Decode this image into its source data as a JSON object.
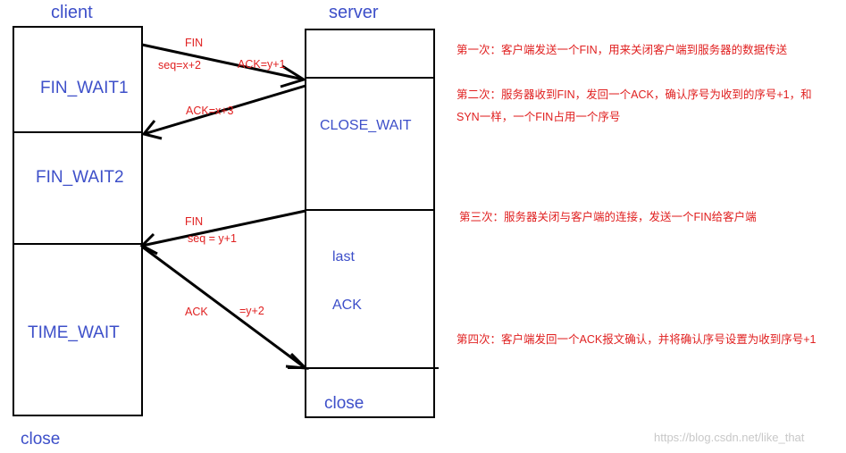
{
  "client": {
    "title": "client",
    "states": [
      "FIN_WAIT1",
      "FIN_WAIT2",
      "TIME_WAIT"
    ],
    "end": "close"
  },
  "server": {
    "title": "server",
    "states": [
      "CLOSE_WAIT",
      "last",
      "ACK"
    ],
    "end": "close"
  },
  "messages": {
    "m1": {
      "a": "FIN",
      "b": "seq=x+2",
      "c": "ACK=y+1"
    },
    "m2": {
      "a": "ACK=x+3"
    },
    "m3": {
      "a": "FIN",
      "b": "seq = y+1"
    },
    "m4": {
      "a": "ACK",
      "b": "=y+2"
    }
  },
  "notes": [
    "第一次：客户端发送一个FIN，用来关闭客户端到服务器的数据传送",
    "第二次：服务器收到FIN，发回一个ACK，确认序号为收到的序号+1，和",
    "SYN一样，一个FIN占用一个序号",
    "第三次：服务器关闭与客户端的连接，发送一个FIN给客户端",
    "第四次：客户端发回一个ACK报文确认，并将确认序号设置为收到序号+1"
  ],
  "watermark": "https://blog.csdn.net/like_that",
  "colors": {
    "state_text": "#3d4fc9",
    "message_text": "#e02020",
    "line": "#000000"
  }
}
